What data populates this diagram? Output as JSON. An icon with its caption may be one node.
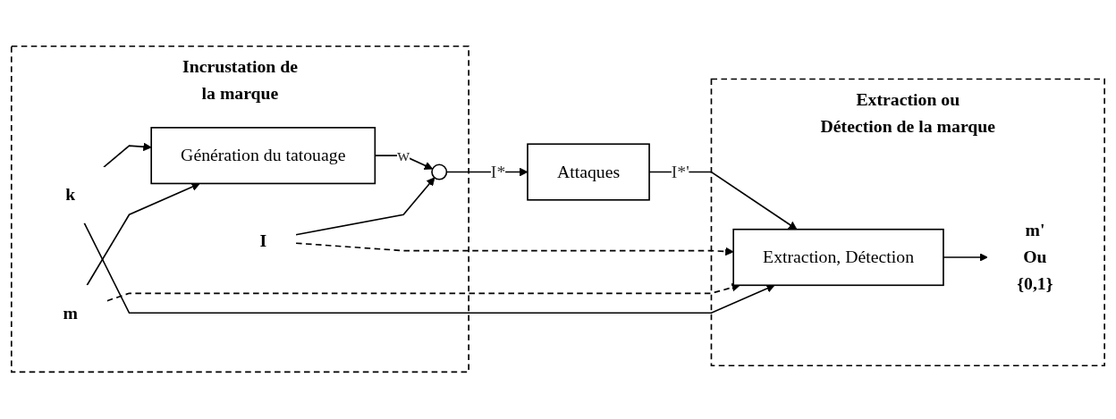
{
  "diagram": {
    "nodes": [
      {
        "text": [
          "Incrustation de la marque"
        ]
      },
      {
        "text": [
          "k"
        ],
        "in": 0
      },
      {
        "text": [
          "m"
        ],
        "in": 0
      },
      {
        "text": [
          "I"
        ],
        "in": 0
      },
      {
        "text": [
          "Génération du tatouage"
        ],
        "in": 0
      },
      {
        "text": [],
        "shape": "circle",
        "in": 0
      },
      {
        "text": [
          "Attaques"
        ]
      },
      {
        "text": [
          "Extraction ou Détection de la marque"
        ]
      },
      {
        "text": [
          "Extraction, Détection"
        ],
        "in": 7
      },
      {
        "text": [
          "m'",
          "Ou",
          "{0,1}"
        ],
        "in": 7
      }
    ],
    "edges": [
      {
        "from": 1,
        "to": 4,
        "arrow": "to"
      },
      {
        "from": 2,
        "to": 4,
        "arrow": "to"
      },
      {
        "from": 4,
        "to": 5,
        "arrow": "to",
        "label": "w"
      },
      {
        "from": 3,
        "to": 5,
        "arrow": "to"
      },
      {
        "from": 5,
        "to": 6,
        "arrow": "to",
        "label": "I*"
      },
      {
        "from": 6,
        "to": 8,
        "arrow": "to",
        "label": "I*'"
      },
      {
        "from": 8,
        "to": 9,
        "arrow": "to"
      },
      {
        "from": 3,
        "to": 8,
        "arrow": "to",
        "style": "dashed"
      },
      {
        "from": 2,
        "to": 8,
        "arrow": "to",
        "style": "dashed"
      },
      {
        "from": 1,
        "to": 8,
        "arrow": "to"
      }
    ]
  }
}
